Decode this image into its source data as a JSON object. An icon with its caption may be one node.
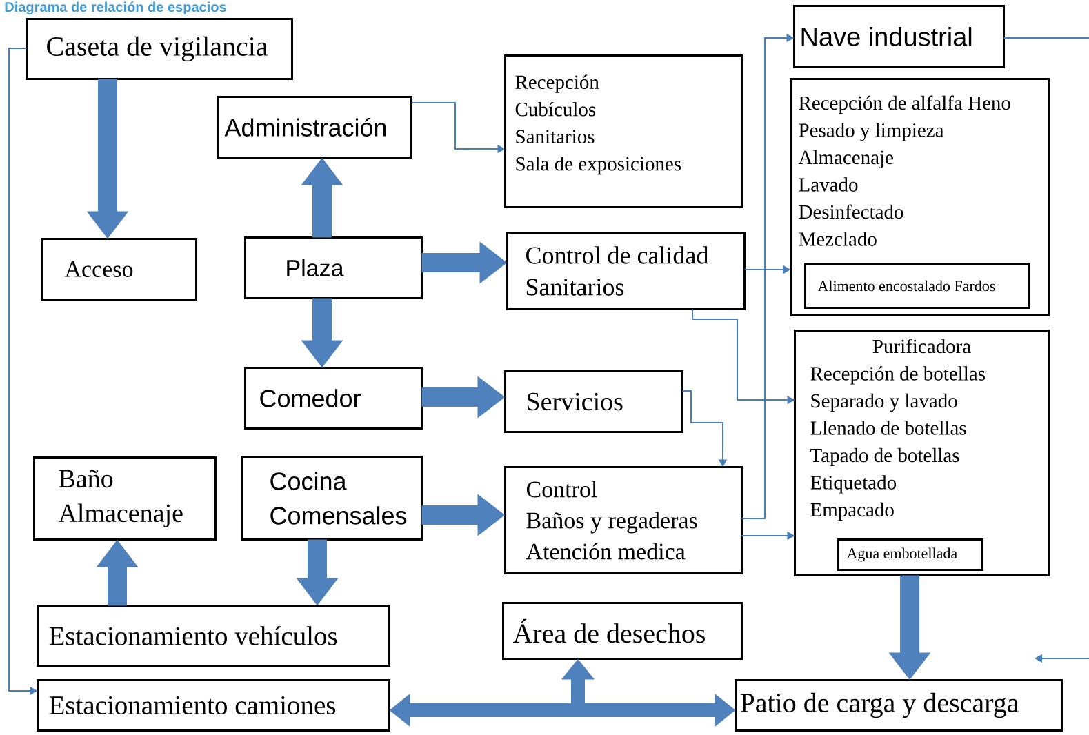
{
  "diagram": {
    "title": "Diagrama de relación de espacios",
    "nodes": [
      {
        "text": [
          "Caseta de vigilancia"
        ]
      },
      {
        "text": [
          "Administración"
        ]
      },
      {
        "text": [
          "Recepción",
          "Cubículos",
          "Sanitarios",
          "Sala de exposiciones"
        ]
      },
      {
        "text": [
          "Acceso"
        ]
      },
      {
        "text": [
          "Plaza"
        ]
      },
      {
        "text": [
          "Control de calidad",
          "Sanitarios"
        ]
      },
      {
        "text": [
          "Nave industrial"
        ]
      },
      {
        "text": [
          "Recepción de alfalfa Heno",
          "Pesado y limpieza",
          "Almacenaje",
          "Lavado",
          "Desinfectado",
          "Mezclado"
        ]
      },
      {
        "text": [
          "Alimento encostalado Fardos"
        ],
        "in": 7
      },
      {
        "text": [
          "Comedor"
        ]
      },
      {
        "text": [
          "Servicios"
        ]
      },
      {
        "text": [
          "Purificadora",
          "Recepción de botellas",
          "Separado y lavado",
          "Llenado de botellas",
          "Tapado de botellas",
          "Etiquetado",
          "Empacado"
        ]
      },
      {
        "text": [
          "Agua embotellada"
        ],
        "in": 11
      },
      {
        "text": [
          "Baño",
          "Almacenaje"
        ]
      },
      {
        "text": [
          "Cocina",
          "Comensales"
        ]
      },
      {
        "text": [
          "Control",
          "Baños y regaderas",
          "Atención medica"
        ]
      },
      {
        "text": [
          "Estacionamiento vehículos"
        ]
      },
      {
        "text": [
          "Estacionamiento camiones"
        ]
      },
      {
        "text": [
          "Área de desechos"
        ]
      },
      {
        "text": [
          "Patio de carga y descarga"
        ]
      }
    ],
    "edges": [
      {
        "from": 0,
        "to": 3,
        "arrow": "to"
      },
      {
        "from": 4,
        "to": 1,
        "arrow": "to"
      },
      {
        "from": 4,
        "to": 5,
        "arrow": "to"
      },
      {
        "from": 4,
        "to": 9,
        "arrow": "to"
      },
      {
        "from": 9,
        "to": 10,
        "arrow": "to"
      },
      {
        "from": 14,
        "to": 15,
        "arrow": "to"
      },
      {
        "from": 16,
        "to": 13,
        "arrow": "to"
      },
      {
        "from": 14,
        "to": 16,
        "arrow": "to"
      },
      {
        "from": 11,
        "to": 19,
        "arrow": "to"
      },
      {
        "from": null,
        "to": 18,
        "arrow": "to"
      },
      {
        "from": null,
        "to": 17,
        "arrow": "to"
      },
      {
        "from": null,
        "to": 19,
        "arrow": "to"
      },
      {
        "from": 1,
        "to": 2,
        "arrow": "to"
      },
      {
        "from": 15,
        "to": 6,
        "arrow": "to"
      },
      {
        "from": 5,
        "to": 7,
        "arrow": "to"
      },
      {
        "from": 5,
        "to": 11,
        "arrow": "to"
      },
      {
        "from": 15,
        "to": 11,
        "arrow": "to"
      },
      {
        "from": 10,
        "to": 15,
        "arrow": "to"
      },
      {
        "from": 0,
        "to": 17,
        "arrow": "to"
      },
      {
        "from": 6,
        "to": null,
        "arrow": "none"
      }
    ]
  }
}
